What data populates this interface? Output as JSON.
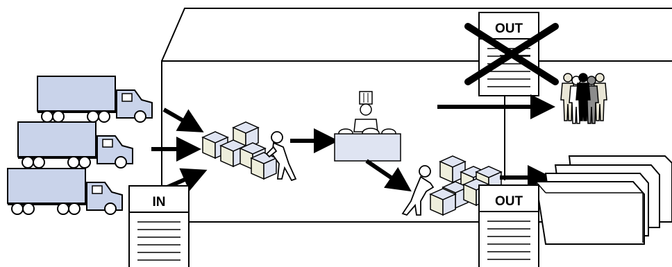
{
  "labels": {
    "in_doc": "IN",
    "out_doc_top": "OUT",
    "out_doc_bottom": "OUT"
  },
  "colors": {
    "truck_fill": "#c9d3ea",
    "box_top": "#dfe4f2",
    "box_side": "#eeeedc",
    "crowd_light": "#e9e6d6",
    "ink": "#000000"
  },
  "icons": {
    "trucks": "delivery-truck-icon",
    "boxes": "stacked-boxes-icon",
    "worker": "worker-lifting-box-icon",
    "chef": "chef-icon",
    "crowd": "people-group-icon",
    "cross": "x-cross-icon"
  }
}
